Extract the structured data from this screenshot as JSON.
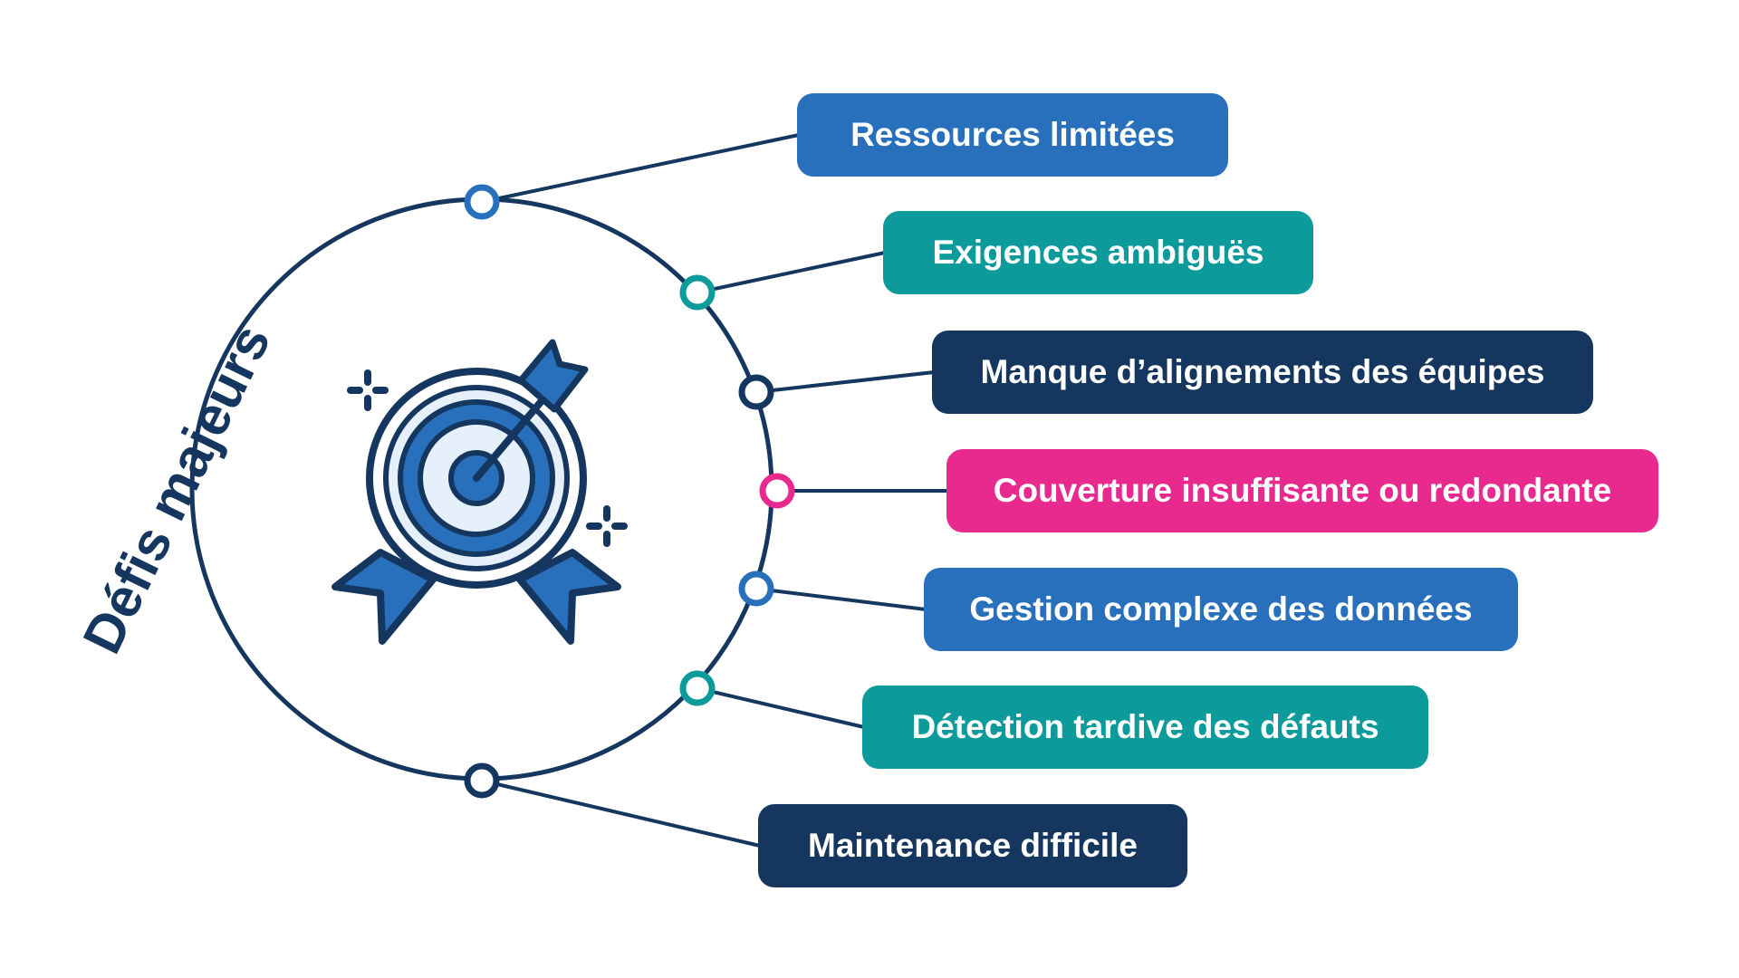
{
  "title": "Défis majeurs",
  "colors": {
    "navy": "#15365f",
    "blue": "#2870bb",
    "teal": "#0c9a9a",
    "pink": "#e8298e",
    "light_blue": "#e6f0fb"
  },
  "center_icon": "target-award-icon",
  "challenges": [
    {
      "label": "Ressources limitées",
      "color": "#2870bb"
    },
    {
      "label": "Exigences ambiguës",
      "color": "#0c9a9a"
    },
    {
      "label": "Manque d’alignements des équipes",
      "color": "#15365f"
    },
    {
      "label": "Couverture insuffisante ou redondante",
      "color": "#e8298e"
    },
    {
      "label": "Gestion complexe des données",
      "color": "#2870bb"
    },
    {
      "label": "Détection tardive des défauts",
      "color": "#0c9a9a"
    },
    {
      "label": "Maintenance difficile",
      "color": "#15365f"
    }
  ]
}
